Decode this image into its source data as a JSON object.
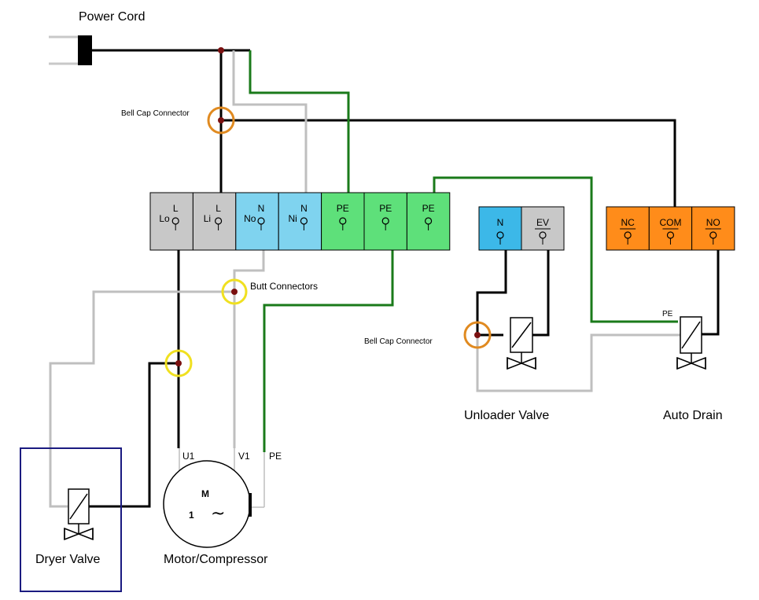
{
  "labels": {
    "power_cord": "Power Cord",
    "bell_cap_connector_top": "Bell Cap Connector",
    "butt_connectors": "Butt Connectors",
    "bell_cap_connector_right": "Bell Cap Connector",
    "unloader_valve": "Unloader Valve",
    "auto_drain": "Auto Drain",
    "dryer_valve": "Dryer Valve",
    "motor_compressor": "Motor/Compressor",
    "auto_drain_pe": "PE"
  },
  "terminal_block_main": [
    {
      "name": "L",
      "sub": "Lo",
      "color": "#c8c8c8"
    },
    {
      "name": "L",
      "sub": "Li",
      "color": "#c8c8c8"
    },
    {
      "name": "N",
      "sub": "No",
      "color": "#7fd3ef"
    },
    {
      "name": "N",
      "sub": "Ni",
      "color": "#7fd3ef"
    },
    {
      "name": "PE",
      "sub": "",
      "color": "#5ee07a"
    },
    {
      "name": "PE",
      "sub": "",
      "color": "#5ee07a"
    },
    {
      "name": "PE",
      "sub": "",
      "color": "#5ee07a"
    }
  ],
  "terminal_block_unloader": [
    {
      "name": "N",
      "color": "#3cb8e8"
    },
    {
      "name": "EV",
      "color": "#c8c8c8"
    }
  ],
  "terminal_block_relay": [
    {
      "name": "NC",
      "color": "#ff8c1a"
    },
    {
      "name": "COM",
      "color": "#ff8c1a"
    },
    {
      "name": "NO",
      "color": "#ff8c1a"
    }
  ],
  "motor": {
    "symbol": "M",
    "phase": "1",
    "ac_symbol": "~",
    "terminals": [
      "U1",
      "V1",
      "PE"
    ]
  },
  "colors": {
    "live": "#000000",
    "neutral": "#bfbfbf",
    "earth": "#1a7a1a",
    "bell_cap": "#e08a20",
    "butt_connector": "#f0e020",
    "junction": "#7a1010",
    "dryer_box": "#1a1a80"
  }
}
